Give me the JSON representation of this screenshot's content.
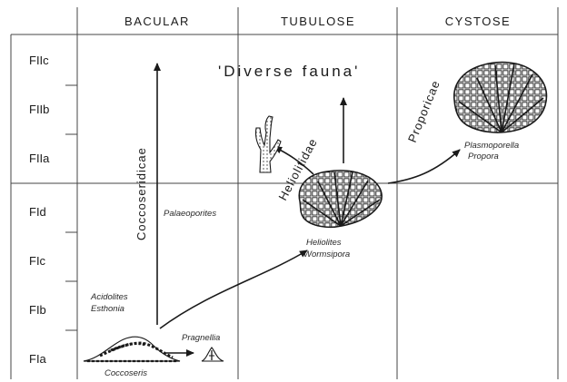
{
  "columns": [
    "BACULAR",
    "TUBULOSE",
    "CYSTOSE"
  ],
  "zones": [
    "FIIc",
    "FIIb",
    "FIIa",
    "FId",
    "FIc",
    "FIb",
    "FIa"
  ],
  "fauna_label": "'Diverse   fauna'",
  "families": {
    "coccoseridicae": "Coccoseridicae",
    "heliolitidae": "Heliolitidae",
    "proporicae": "Proporicae"
  },
  "taxa": {
    "palaeoporites": "Palaeoporites",
    "acidolites": "Acidolites",
    "esthonia": "Esthonia",
    "pragnellia": "Pragnellia",
    "coccoseris": "Coccoseris",
    "heliolites": "Heliolites",
    "wormsipora": "Wormsipora",
    "plasmoporella": "Plasmoporella",
    "propora": "Propora"
  }
}
